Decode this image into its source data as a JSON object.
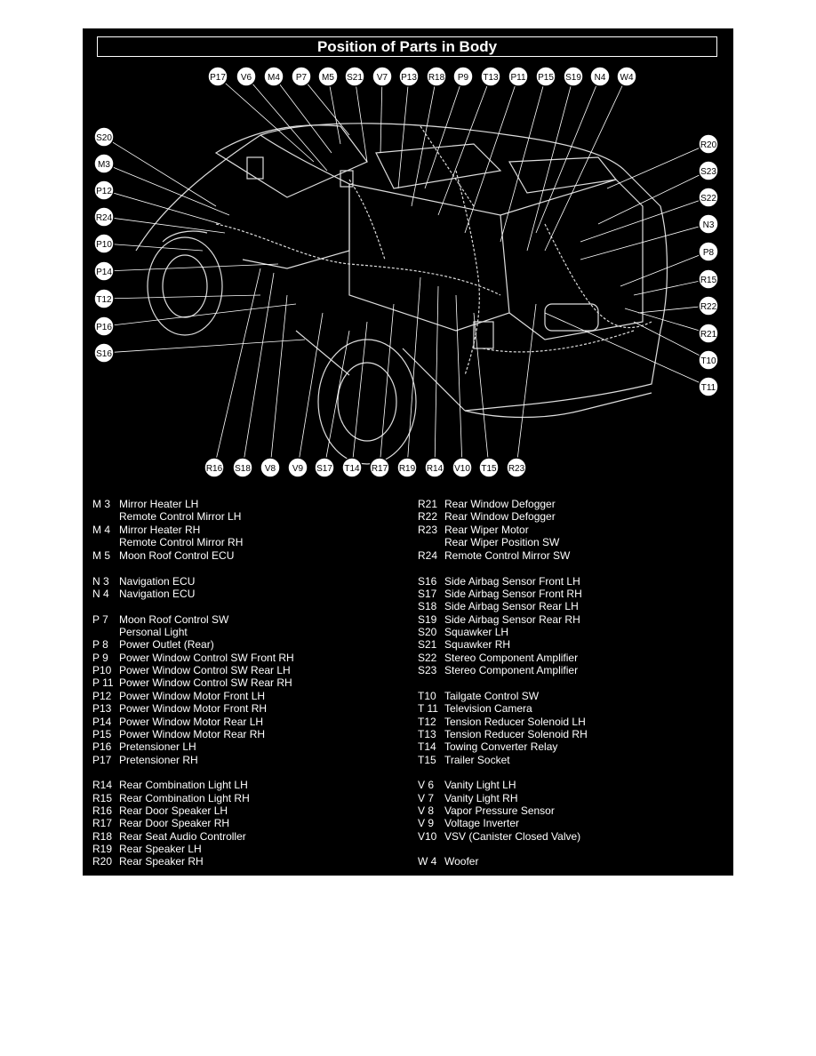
{
  "title": "Position of Parts in Body",
  "callouts_top": [
    "P17",
    "V6",
    "M4",
    "P7",
    "M5",
    "S21",
    "V7",
    "P13",
    "R18",
    "P9",
    "T13",
    "P11",
    "P15",
    "S19",
    "N4",
    "W4"
  ],
  "callouts_left": [
    "S20",
    "M3",
    "P12",
    "R24",
    "P10",
    "P14",
    "T12",
    "P16",
    "S16"
  ],
  "callouts_right": [
    "R20",
    "S23",
    "S22",
    "N3",
    "P8",
    "R15",
    "R22",
    "R21",
    "T10",
    "T11"
  ],
  "callouts_bottom": [
    "R16",
    "S18",
    "V8",
    "V9",
    "S17",
    "T14",
    "R17",
    "R19",
    "R14",
    "V10",
    "T15",
    "R23"
  ],
  "legend_left": [
    {
      "code": "M 3",
      "desc": "Mirror Heater LH"
    },
    {
      "code": "",
      "desc": "Remote Control Mirror LH"
    },
    {
      "code": "M 4",
      "desc": "Mirror Heater RH"
    },
    {
      "code": "",
      "desc": "Remote Control Mirror RH"
    },
    {
      "code": "M 5",
      "desc": "Moon Roof Control ECU"
    },
    {
      "code": "N 3",
      "desc": "Navigation ECU"
    },
    {
      "code": "N 4",
      "desc": "Navigation ECU"
    },
    {
      "code": "P 7",
      "desc": "Moon Roof Control SW"
    },
    {
      "code": "",
      "desc": "Personal Light"
    },
    {
      "code": "P 8",
      "desc": "Power Outlet (Rear)"
    },
    {
      "code": "P 9",
      "desc": "Power Window Control SW Front RH"
    },
    {
      "code": "P10",
      "desc": "Power Window Control SW Rear LH"
    },
    {
      "code": "P 11",
      "desc": "Power Window Control SW Rear RH"
    },
    {
      "code": "P12",
      "desc": "Power Window Motor Front LH"
    },
    {
      "code": "P13",
      "desc": "Power Window Motor Front RH"
    },
    {
      "code": "P14",
      "desc": "Power Window Motor Rear LH"
    },
    {
      "code": "P15",
      "desc": "Power Window Motor Rear RH"
    },
    {
      "code": "P16",
      "desc": "Pretensioner LH"
    },
    {
      "code": "P17",
      "desc": "Pretensioner RH"
    },
    {
      "code": "R14",
      "desc": "Rear Combination Light LH"
    },
    {
      "code": "R15",
      "desc": "Rear Combination Light RH"
    },
    {
      "code": "R16",
      "desc": "Rear Door Speaker LH"
    },
    {
      "code": "R17",
      "desc": "Rear Door Speaker RH"
    },
    {
      "code": "R18",
      "desc": "Rear Seat Audio Controller"
    },
    {
      "code": "R19",
      "desc": "Rear Speaker LH"
    },
    {
      "code": "R20",
      "desc": "Rear Speaker RH"
    }
  ],
  "legend_right": [
    {
      "code": "R21",
      "desc": "Rear Window Defogger"
    },
    {
      "code": "R22",
      "desc": "Rear Window Defogger"
    },
    {
      "code": "R23",
      "desc": "Rear Wiper Motor"
    },
    {
      "code": "",
      "desc": "Rear Wiper Position SW"
    },
    {
      "code": "R24",
      "desc": "Remote Control Mirror SW"
    },
    {
      "code": "S16",
      "desc": "Side Airbag Sensor Front LH"
    },
    {
      "code": "S17",
      "desc": "Side Airbag Sensor Front RH"
    },
    {
      "code": "S18",
      "desc": "Side Airbag Sensor Rear LH"
    },
    {
      "code": "S19",
      "desc": "Side Airbag Sensor Rear RH"
    },
    {
      "code": "S20",
      "desc": "Squawker LH"
    },
    {
      "code": "S21",
      "desc": "Squawker RH"
    },
    {
      "code": "S22",
      "desc": "Stereo Component Amplifier"
    },
    {
      "code": "S23",
      "desc": "Stereo Component Amplifier"
    },
    {
      "code": "T10",
      "desc": "Tailgate Control SW"
    },
    {
      "code": "T 11",
      "desc": "Television Camera"
    },
    {
      "code": "T12",
      "desc": "Tension Reducer Solenoid LH"
    },
    {
      "code": "T13",
      "desc": "Tension Reducer Solenoid RH"
    },
    {
      "code": "T14",
      "desc": "Towing Converter Relay"
    },
    {
      "code": "T15",
      "desc": "Trailer Socket"
    },
    {
      "code": "V 6",
      "desc": "Vanity Light LH"
    },
    {
      "code": "V 7",
      "desc": "Vanity Light RH"
    },
    {
      "code": "V 8",
      "desc": "Vapor Pressure Sensor"
    },
    {
      "code": "V 9",
      "desc": "Voltage Inverter"
    },
    {
      "code": "V10",
      "desc": "VSV (Canister Closed Valve)"
    },
    {
      "code": "W 4",
      "desc": "Woofer"
    }
  ]
}
